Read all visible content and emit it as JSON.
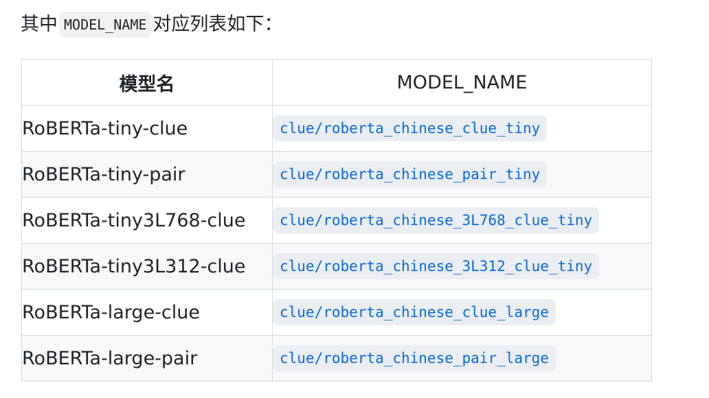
{
  "intro": {
    "before": "其中",
    "code": "MODEL_NAME",
    "after": "对应列表如下："
  },
  "table": {
    "headers": [
      "模型名",
      "MODEL_NAME"
    ],
    "rows": [
      {
        "name": "RoBERTa-tiny-clue",
        "model_name": "clue/roberta_chinese_clue_tiny"
      },
      {
        "name": "RoBERTa-tiny-pair",
        "model_name": "clue/roberta_chinese_pair_tiny"
      },
      {
        "name": "RoBERTa-tiny3L768-clue",
        "model_name": "clue/roberta_chinese_3L768_clue_tiny"
      },
      {
        "name": "RoBERTa-tiny3L312-clue",
        "model_name": "clue/roberta_chinese_3L312_clue_tiny"
      },
      {
        "name": "RoBERTa-large-clue",
        "model_name": "clue/roberta_chinese_clue_large"
      },
      {
        "name": "RoBERTa-large-pair",
        "model_name": "clue/roberta_chinese_pair_large"
      }
    ]
  }
}
